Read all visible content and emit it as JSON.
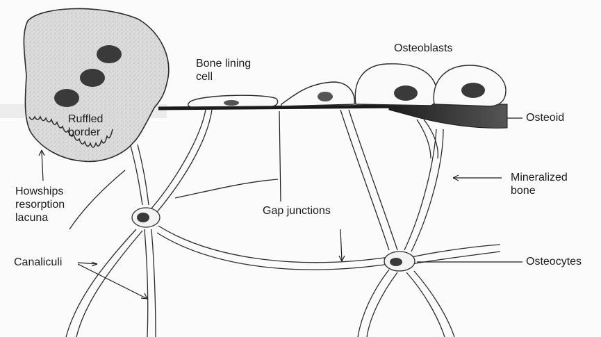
{
  "labels": {
    "bone_lining_cell": "Bone lining\ncell",
    "osteoblasts": "Osteoblasts",
    "ruffled_border": "Ruffled\nborder",
    "osteoid": "Osteoid",
    "mineralized_bone": "Mineralized\nbone",
    "howships_lacuna": "Howships\nresorption\nlacuna",
    "gap_junctions": "Gap junctions",
    "canaliculi": "Canaliculi",
    "osteocytes": "Osteocytes"
  },
  "colors": {
    "line": "#2a2a2a",
    "nucleus": "#3a3a3a",
    "osteoid": "#2e2e2e",
    "osteoclast_fill": "#d9d9d9",
    "background": "#fbfbfb"
  }
}
